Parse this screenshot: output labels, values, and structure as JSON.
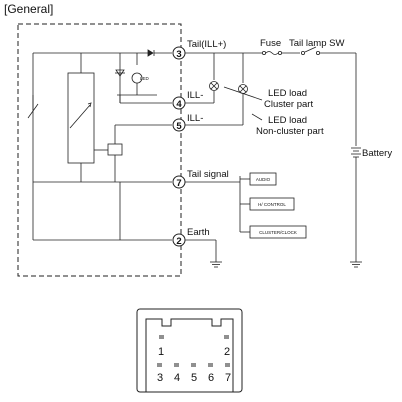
{
  "title": "[General]",
  "terminals": {
    "t3": {
      "pin": "3",
      "label": "Tail(ILL+)"
    },
    "t4": {
      "pin": "4",
      "label": "ILL-"
    },
    "t5": {
      "pin": "5",
      "label": "ILL-"
    },
    "t7": {
      "pin": "7",
      "label": "Tail signal"
    },
    "t2": {
      "pin": "2",
      "label": "Earth"
    }
  },
  "components": {
    "led": "LED",
    "fuse": "Fuse",
    "tail_lamp_sw": "Tail lamp SW",
    "led_load_cluster_1": "LED load",
    "led_load_cluster_2": "Cluster part",
    "led_load_noncluster_1": "LED load",
    "led_load_noncluster_2": "Non-cluster part",
    "battery": "Battery"
  },
  "loads": {
    "audio": "AUDIO",
    "hvac": "H/ CONTROL",
    "clock": "CLUSTER/CLOCK"
  },
  "connector": {
    "top_row": [
      "1",
      "2"
    ],
    "bottom_row": [
      "3",
      "4",
      "5",
      "6",
      "7"
    ]
  },
  "colors": {
    "line": "#222222",
    "background": "#ffffff"
  }
}
